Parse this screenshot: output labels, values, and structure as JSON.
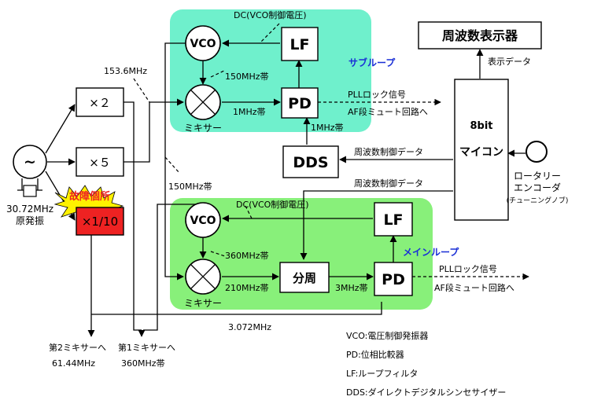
{
  "regions": {
    "sub_loop_label": "サブループ",
    "main_loop_label": "メインループ",
    "sub_loop_color": "#6ff0cc",
    "main_loop_color": "#88f07a"
  },
  "blocks": {
    "vco": "VCO",
    "lf": "LF",
    "pd": "PD",
    "dds": "DDS",
    "divider": "分周",
    "mult_x2": "×２",
    "mult_x5": "×５",
    "div_1_10": "×1/10",
    "mixer_label": "ミキサー",
    "freq_display": "周波数表示器",
    "mcu_line1": "8bit",
    "mcu_line2": "マイコン",
    "oscillator_symbol": "~",
    "fault_badge": "故障個所",
    "fault_color": "#ee2222"
  },
  "labels": {
    "dc_ctrl_sub": "DC(VCO制御電圧)",
    "dc_ctrl_main": "DC(VCO制御電圧)",
    "f_153": "153.6MHz",
    "f_150_sub": "150MHz帯",
    "f_1_sub": "1MHz帯",
    "f_1_dds": "1MHz帯",
    "f_150_main": "150MHz帯",
    "f_360_main": "360MHz帯",
    "f_210": "210MHz帯",
    "f_3": "3MHz帯",
    "f_3072": "3.072MHz",
    "pll_lock_sub": "PLLロック信号",
    "af_mute_sub": "AF段ミュート回路へ",
    "pll_lock_main": "PLLロック信号",
    "af_mute_main": "AF段ミュート回路へ",
    "freq_ctrl_1": "周波数制御データ",
    "freq_ctrl_2": "周波数制御データ",
    "display_data": "表示データ",
    "osc_freq": "30.72MHz",
    "osc_name": "原発振",
    "rotary_1": "ロータリー",
    "rotary_2": "エンコーダ",
    "rotary_3": "(チューニングノブ)",
    "out_mixer2": "第2ミキサーへ",
    "out_mixer2_f": "61.44MHz",
    "out_mixer1": "第1ミキサーへ",
    "out_mixer1_f": "360MHz帯"
  },
  "legend": [
    "VCO:電圧制御発振器",
    "PD:位相比較器",
    "LF:ループフィルタ",
    "DDS:ダイレクトデジタルシンセサイザー"
  ]
}
